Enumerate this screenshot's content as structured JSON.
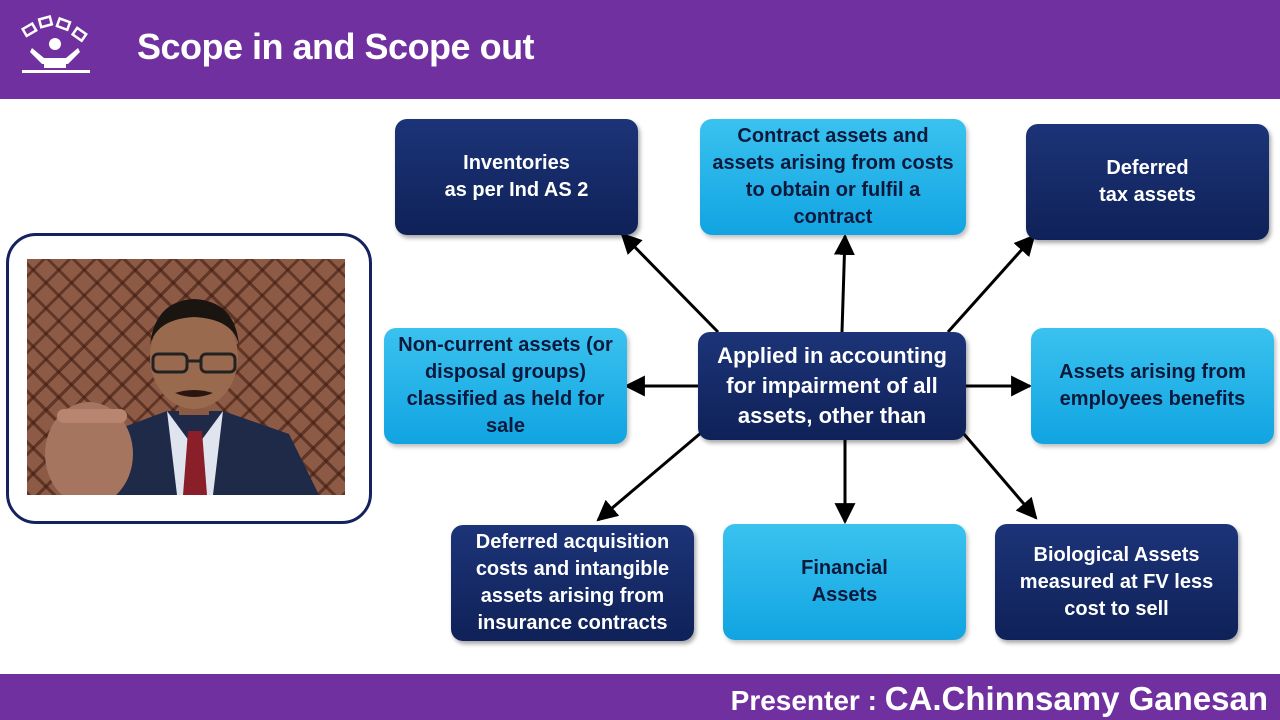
{
  "header": {
    "title": "Scope in and Scope out",
    "logo_icon": "juggling-person-logo-icon",
    "background": "#7030a0"
  },
  "footer": {
    "presenter_label": "Presenter : ",
    "presenter_name": "CA.Chinnsamy Ganesan",
    "background": "#7030a0"
  },
  "video": {
    "content": "presenter-webcam-feed"
  },
  "diagram": {
    "center": "Applied in accounting\nfor impairment of all\nassets, other than",
    "nodes": {
      "inventories": "Inventories\nas per Ind AS 2",
      "contract_assets": "Contract assets and\nassets arising from costs\nto obtain or fulfil a\ncontract",
      "deferred_tax": "Deferred\ntax assets",
      "non_current": "Non-current assets (or\ndisposal groups)\nclassified as held for\nsale",
      "employee_benefits": "Assets arising from\nemployees benefits",
      "deferred_acquisition": "Deferred acquisition\ncosts and intangible\nassets arising from\ninsurance contracts",
      "financial_assets": "Financial\nAssets",
      "biological_assets": "Biological Assets\nmeasured at FV less\ncost to sell"
    },
    "colors": {
      "dark_box": "#0f2158",
      "light_box": "#17aae6",
      "arrow": "#000000"
    }
  }
}
